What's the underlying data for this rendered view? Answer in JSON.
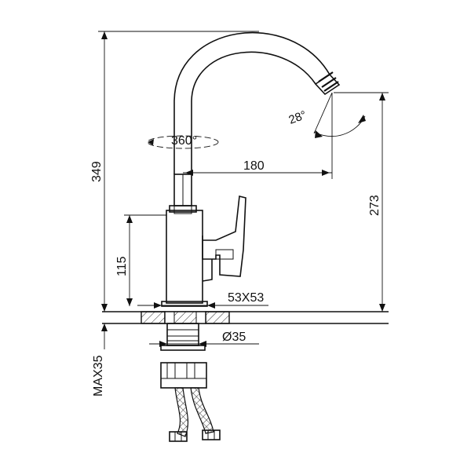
{
  "dimensions": {
    "total_height": "349",
    "spout_height": "273",
    "spout_reach": "180",
    "body_height": "115",
    "base_size": "53X53",
    "shank_diameter": "Ø35",
    "max_thickness": "MAX35",
    "rotation": "360°",
    "spout_angle": "28°"
  }
}
